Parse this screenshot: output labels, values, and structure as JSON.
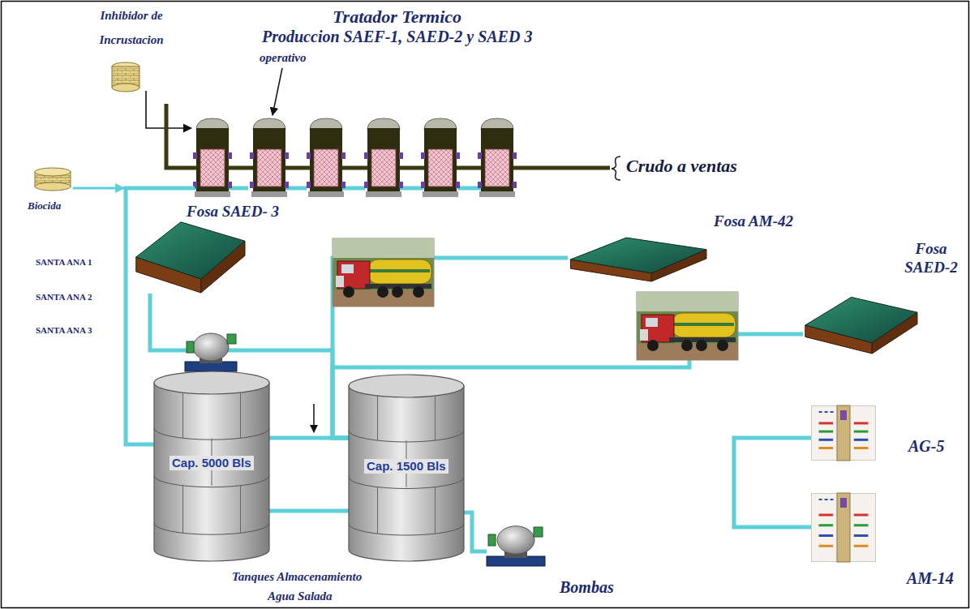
{
  "diagram": {
    "nodes": [
      {
        "text": [
          "Tratador Termico",
          "Produccion SAEF-1, SAED-2 y SAED 3"
        ]
      },
      {
        "text": [
          "Fosa SAED- 3"
        ]
      },
      {
        "text": [
          "Fosa AM-42"
        ]
      },
      {
        "text": [
          "Fosa SAED-2"
        ]
      },
      {
        "text": [
          "Cap. 5000 Bls"
        ]
      },
      {
        "text": [
          "Cap. 1500 Bls"
        ]
      },
      {
        "text": [
          "Bombas"
        ]
      },
      {
        "text": [
          "AG-5"
        ]
      },
      {
        "text": [
          "AM-14"
        ]
      }
    ],
    "edges": [
      {
        "from": 0,
        "to": 4,
        "arrow": "none"
      },
      {
        "from": 1,
        "to": 5,
        "arrow": "none"
      },
      {
        "from": 2,
        "to": 5,
        "arrow": "none"
      },
      {
        "from": 3,
        "to": 5,
        "arrow": "none"
      },
      {
        "from": 4,
        "to": 5,
        "arrow": "none"
      },
      {
        "from": 4,
        "to": 5,
        "arrow": "none"
      },
      {
        "from": 5,
        "to": 6,
        "arrow": "none"
      },
      {
        "from": 7,
        "to": 8,
        "arrow": "none"
      }
    ],
    "labels": [
      "Inhibidor de Incrustacion",
      "operativo",
      "Crudo a ventas",
      "Biocida",
      "SANTA ANA 1",
      "SANTA ANA 2",
      "SANTA ANA 3",
      "Tanques Almacenamiento",
      "Agua Salada"
    ]
  }
}
